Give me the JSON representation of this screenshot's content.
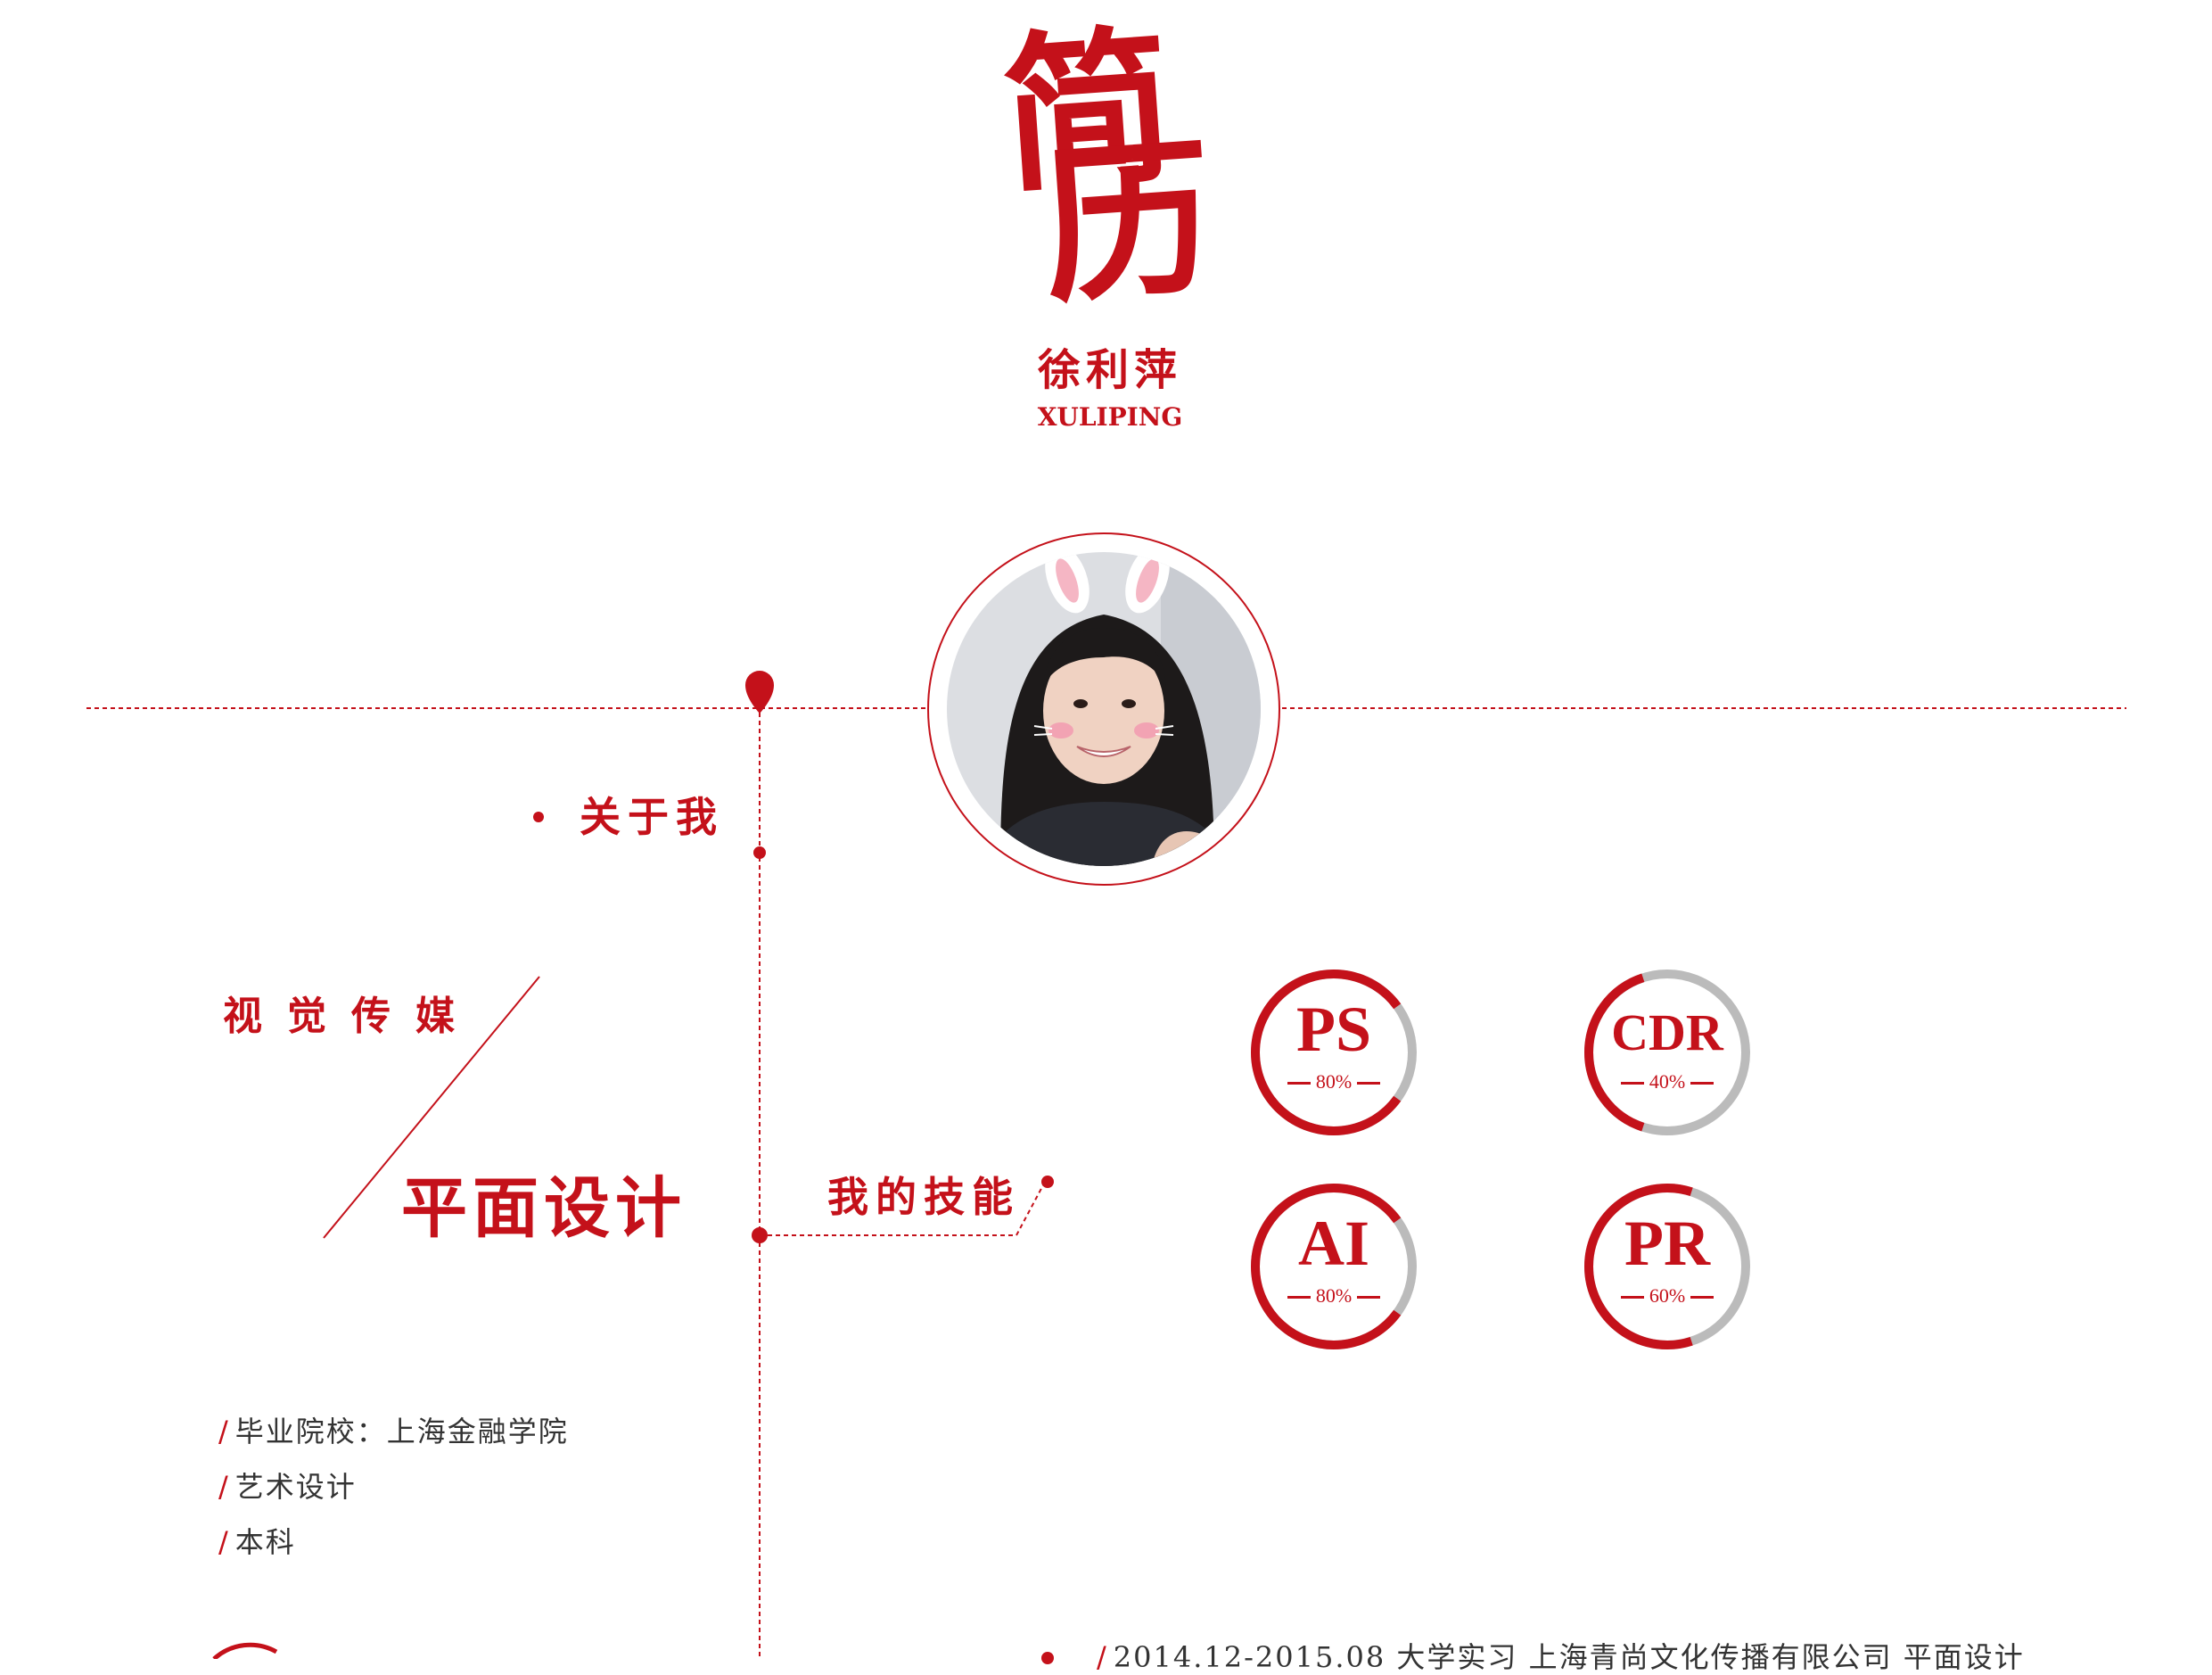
{
  "header": {
    "title_char_1": "简",
    "title_char_2": "历",
    "name_cn": "徐利萍",
    "name_en": "XULIPING"
  },
  "about": {
    "title": "关于我",
    "field": "视觉传媒",
    "specialty": "平面设计"
  },
  "education": [
    {
      "text": "毕业院校：上海金融学院"
    },
    {
      "text": "艺术设计"
    },
    {
      "text": "本科"
    }
  ],
  "skills": {
    "title": "我的技能",
    "items": [
      {
        "name": "PS",
        "percent_label": "80%",
        "value": 80
      },
      {
        "name": "CDR",
        "percent_label": "40%",
        "value": 40
      },
      {
        "name": "AI",
        "percent_label": "80%",
        "value": 80
      },
      {
        "name": "PR",
        "percent_label": "60%",
        "value": 60
      }
    ]
  },
  "experience": {
    "line": "2014.12-2015.08   大学实习   上海青尚文化传播有限公司          平面设计"
  },
  "colors": {
    "accent": "#c4111a",
    "track": "#bbbbbb",
    "text": "#333333"
  },
  "icons": [
    "location-pin-icon"
  ]
}
